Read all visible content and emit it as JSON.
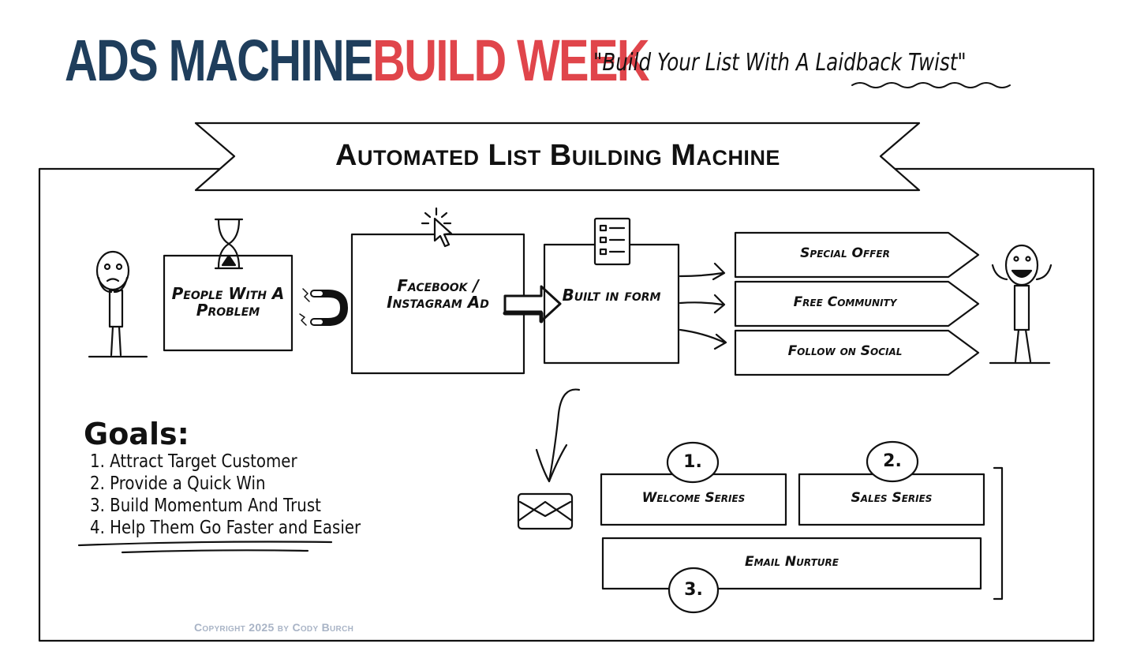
{
  "header": {
    "title_part1": "ADS MACHINE",
    "title_part2": "BUILD WEEK",
    "tagline_prefix": "\"Build Your List With A ",
    "tagline_underlined": "Laidback Twist",
    "tagline_suffix": "\""
  },
  "banner": {
    "title": "Automated List Building Machine"
  },
  "flow": {
    "people": "People With A Problem",
    "ad": "Facebook / Instagram Ad",
    "form": "Built in form",
    "offers": [
      "Special Offer",
      "Free Community",
      "Follow on Social"
    ]
  },
  "goals": {
    "title": "Goals:",
    "items": [
      "1. Attract Target Customer",
      "2. Provide a Quick Win",
      "3. Build Momentum And Trust",
      "4. Help Them Go Faster and Easier"
    ]
  },
  "emails": {
    "welcome": {
      "number": "1.",
      "label": "Welcome Series"
    },
    "sales": {
      "number": "2.",
      "label": "Sales Series"
    },
    "nurture": {
      "number": "3.",
      "label": "Email Nurture"
    }
  },
  "footer": {
    "copyright": "Copyright 2025 by Cody Burch"
  },
  "colors": {
    "navy": "#1f3e5c",
    "red": "#e0454b",
    "ink": "#111111",
    "copyright": "#a9b4c6"
  },
  "icons": [
    "hourglass-icon",
    "magnet-icon",
    "cursor-click-icon",
    "checklist-icon",
    "arrow-right-icon",
    "envelope-icon",
    "sad-person-icon",
    "happy-person-icon"
  ]
}
